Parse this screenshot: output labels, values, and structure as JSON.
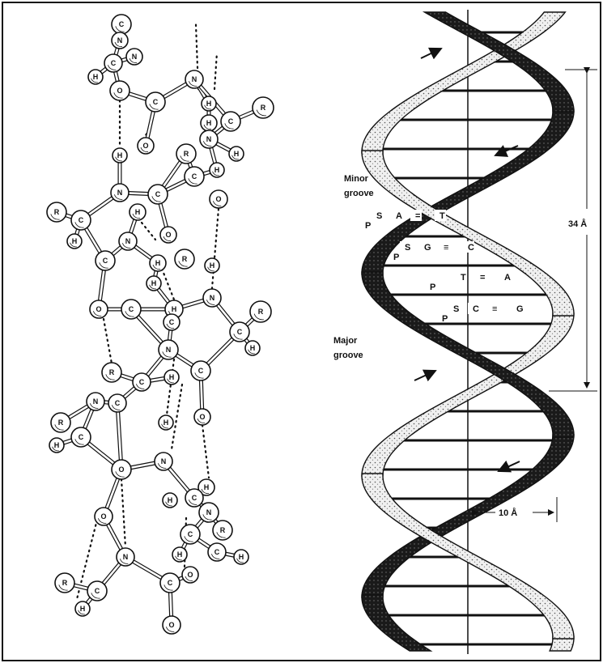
{
  "colors": {
    "ink": "#111111",
    "paper": "#ffffff",
    "frame": "#111111",
    "light_strand": "#dcdcdc",
    "dark_strand": "#1a1a1a"
  },
  "helix": {
    "labels": {
      "minor_groove_line1": "Minor",
      "minor_groove_line2": "groove",
      "major_groove_line1": "Major",
      "major_groove_line2": "groove",
      "pitch": "34 Å",
      "radius": "10 Å"
    },
    "base_pairs": [
      {
        "left": "S",
        "b1": "A",
        "bond": "=",
        "b2": "T",
        "right": ""
      },
      {
        "left": "S",
        "b1": "G",
        "bond": "≡",
        "b2": "C",
        "right": ""
      },
      {
        "left": "",
        "b1": "T",
        "bond": "=",
        "b2": "A",
        "right": ""
      },
      {
        "left": "S",
        "b1": "C",
        "bond": "≡",
        "b2": "G",
        "right": ""
      }
    ],
    "phosphate_labels": [
      "P",
      "P",
      "P",
      "P"
    ]
  },
  "molecule": {
    "atom_types": [
      "H",
      "N",
      "C",
      "O",
      "R"
    ]
  }
}
